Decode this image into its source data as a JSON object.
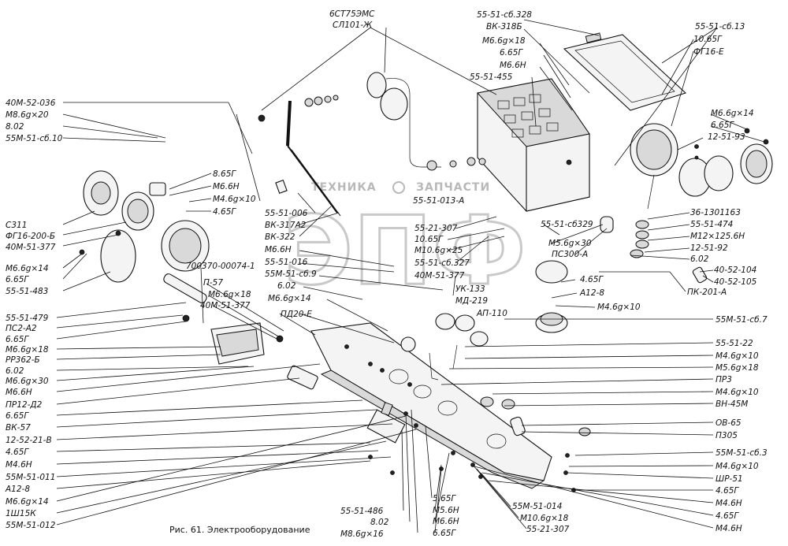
{
  "caption": "Рис. 61. Электрооборудование",
  "watermark": {
    "letters": "ЭПФ",
    "left_text": "ТЕХНИКА",
    "right_text": "ЗАПЧАСТИ"
  },
  "labels": [
    {
      "id": "l1",
      "text": "6СТ75ЭМС"
    },
    {
      "id": "l2",
      "text": "СЛ101-Ж"
    },
    {
      "id": "l3",
      "text": "55-51-сб.328"
    },
    {
      "id": "l4",
      "text": "ВК-318Б"
    },
    {
      "id": "l5",
      "text": "М6.6g×18"
    },
    {
      "id": "l6",
      "text": "6.65Г"
    },
    {
      "id": "l7",
      "text": "М6.6Н"
    },
    {
      "id": "l8",
      "text": "55-51-455"
    },
    {
      "id": "l9",
      "text": "55-51-сб.13"
    },
    {
      "id": "l10",
      "text": "10.65Г"
    },
    {
      "id": "l11",
      "text": "ФГ16-Е"
    },
    {
      "id": "l12",
      "text": "40М-52-036"
    },
    {
      "id": "l13",
      "text": "М8.6g×20"
    },
    {
      "id": "l14",
      "text": "8.02"
    },
    {
      "id": "l15",
      "text": "55М-51-сб.10"
    },
    {
      "id": "l16",
      "text": "М6.6g×14"
    },
    {
      "id": "l17",
      "text": "6.65Г"
    },
    {
      "id": "l18",
      "text": "12-51-93"
    },
    {
      "id": "l19",
      "text": "8.65Г"
    },
    {
      "id": "l20",
      "text": "М6.6Н"
    },
    {
      "id": "l21",
      "text": "М4.6g×10"
    },
    {
      "id": "l22",
      "text": "4.65Г"
    },
    {
      "id": "l23",
      "text": "С311"
    },
    {
      "id": "l24",
      "text": "ФГ16-200-Б"
    },
    {
      "id": "l25",
      "text": "40М-51-377"
    },
    {
      "id": "l26",
      "text": "М6.6g×14"
    },
    {
      "id": "l27",
      "text": "6.65Г"
    },
    {
      "id": "l28",
      "text": "55-51-483"
    },
    {
      "id": "l29",
      "text": "55-51-006"
    },
    {
      "id": "l30",
      "text": "ВК-317А2"
    },
    {
      "id": "l31",
      "text": "ВК-322"
    },
    {
      "id": "l32",
      "text": "М6.6Н"
    },
    {
      "id": "l33",
      "text": "55-51-016"
    },
    {
      "id": "l34",
      "text": "55М-51-сб.9"
    },
    {
      "id": "l35",
      "text": "6.02"
    },
    {
      "id": "l36",
      "text": "М6.6g×14"
    },
    {
      "id": "l37",
      "text": "55-51-013-А"
    },
    {
      "id": "l38",
      "text": "55-21-307"
    },
    {
      "id": "l39",
      "text": "10.65Г"
    },
    {
      "id": "l40",
      "text": "М10.6g×25"
    },
    {
      "id": "l41",
      "text": "55-51-сб.327"
    },
    {
      "id": "l42",
      "text": "40М-51-377"
    },
    {
      "id": "l43",
      "text": "55-51-сб329"
    },
    {
      "id": "l44",
      "text": "М5.6g×30"
    },
    {
      "id": "l45",
      "text": "ПС300-А"
    },
    {
      "id": "l46",
      "text": "36-1301163"
    },
    {
      "id": "l47",
      "text": "55-51-474"
    },
    {
      "id": "l48",
      "text": "М12×125.6Н"
    },
    {
      "id": "l49",
      "text": "12-51-92"
    },
    {
      "id": "l50",
      "text": "6.02"
    },
    {
      "id": "l51",
      "text": "40-52-104"
    },
    {
      "id": "l52",
      "text": "40-52-105"
    },
    {
      "id": "l53",
      "text": "ПК-201-А"
    },
    {
      "id": "l54",
      "text": "4.65Г"
    },
    {
      "id": "l55",
      "text": "А12-8"
    },
    {
      "id": "l56",
      "text": "М4.6g×10"
    },
    {
      "id": "l57",
      "text": "700370-00074-1"
    },
    {
      "id": "l58",
      "text": "П-57"
    },
    {
      "id": "l59",
      "text": "М6.6g×18"
    },
    {
      "id": "l60",
      "text": "40М-51-377"
    },
    {
      "id": "l61",
      "text": "ПД20-Е"
    },
    {
      "id": "l62",
      "text": "УК-133"
    },
    {
      "id": "l63",
      "text": "МД-219"
    },
    {
      "id": "l64",
      "text": "АП-110"
    },
    {
      "id": "l65",
      "text": "55-51-479"
    },
    {
      "id": "l66",
      "text": "ПС2-А2"
    },
    {
      "id": "l67",
      "text": "6.65Г"
    },
    {
      "id": "l68",
      "text": "М6.6g×18"
    },
    {
      "id": "l69",
      "text": "РР362-Б"
    },
    {
      "id": "l70",
      "text": "6.02"
    },
    {
      "id": "l71",
      "text": "М6.6g×30"
    },
    {
      "id": "l72",
      "text": "М6.6Н"
    },
    {
      "id": "l73",
      "text": "ПР12-Д2"
    },
    {
      "id": "l74",
      "text": "6.65Г"
    },
    {
      "id": "l75",
      "text": "ВК-57"
    },
    {
      "id": "l76",
      "text": "12-52-21-В"
    },
    {
      "id": "l77",
      "text": "4.65Г"
    },
    {
      "id": "l78",
      "text": "М4.6Н"
    },
    {
      "id": "l79",
      "text": "55М-51-011"
    },
    {
      "id": "l80",
      "text": "А12-8"
    },
    {
      "id": "l81",
      "text": "М6.6g×14"
    },
    {
      "id": "l82",
      "text": "1Ш15К"
    },
    {
      "id": "l83",
      "text": "55М-51-012"
    },
    {
      "id": "l84",
      "text": "55М-51-сб.7"
    },
    {
      "id": "l85",
      "text": "55-51-22"
    },
    {
      "id": "l86",
      "text": "М4.6g×10"
    },
    {
      "id": "l87",
      "text": "М5.6g×18"
    },
    {
      "id": "l88",
      "text": "ПР3"
    },
    {
      "id": "l89",
      "text": "М4.6g×10"
    },
    {
      "id": "l90",
      "text": "ВН-45М"
    },
    {
      "id": "l91",
      "text": "ОВ-65"
    },
    {
      "id": "l92",
      "text": "П305"
    },
    {
      "id": "l93",
      "text": "55М-51-сб.3"
    },
    {
      "id": "l94",
      "text": "М4.6g×10"
    },
    {
      "id": "l95",
      "text": "ШР-51"
    },
    {
      "id": "l96",
      "text": "4.65Г"
    },
    {
      "id": "l97",
      "text": "М4.6Н"
    },
    {
      "id": "l98",
      "text": "4.65Г"
    },
    {
      "id": "l99",
      "text": "М4.6Н"
    },
    {
      "id": "l100",
      "text": "55-51-486"
    },
    {
      "id": "l101",
      "text": "8.02"
    },
    {
      "id": "l102",
      "text": "М8.6g×16"
    },
    {
      "id": "l103",
      "text": "5.65Г"
    },
    {
      "id": "l104",
      "text": "М5.6Н"
    },
    {
      "id": "l105",
      "text": "М6.6Н"
    },
    {
      "id": "l106",
      "text": "6.65Г"
    },
    {
      "id": "l107",
      "text": "55М-51-014"
    },
    {
      "id": "l108",
      "text": "М10.6g×18"
    },
    {
      "id": "l109",
      "text": "55-21-307"
    }
  ]
}
